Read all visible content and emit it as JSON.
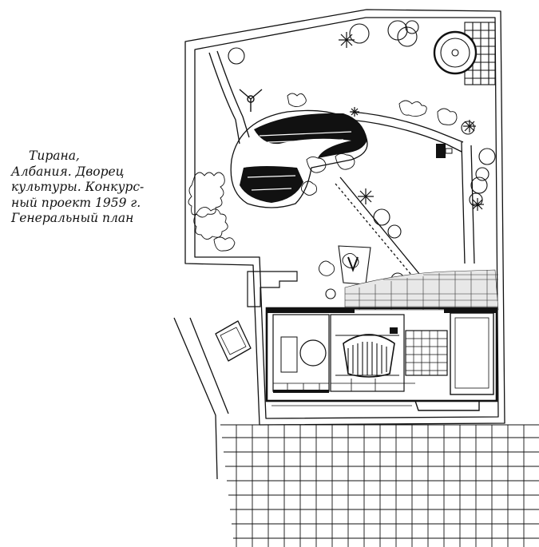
{
  "caption": {
    "lines": [
      "Тирана,",
      "Албания. Дворец",
      "культуры. Конкурс-",
      "ный проект 1959 г.",
      "Генеральный план"
    ]
  },
  "colors": {
    "ink": "#111111",
    "paper": "#ffffff"
  }
}
